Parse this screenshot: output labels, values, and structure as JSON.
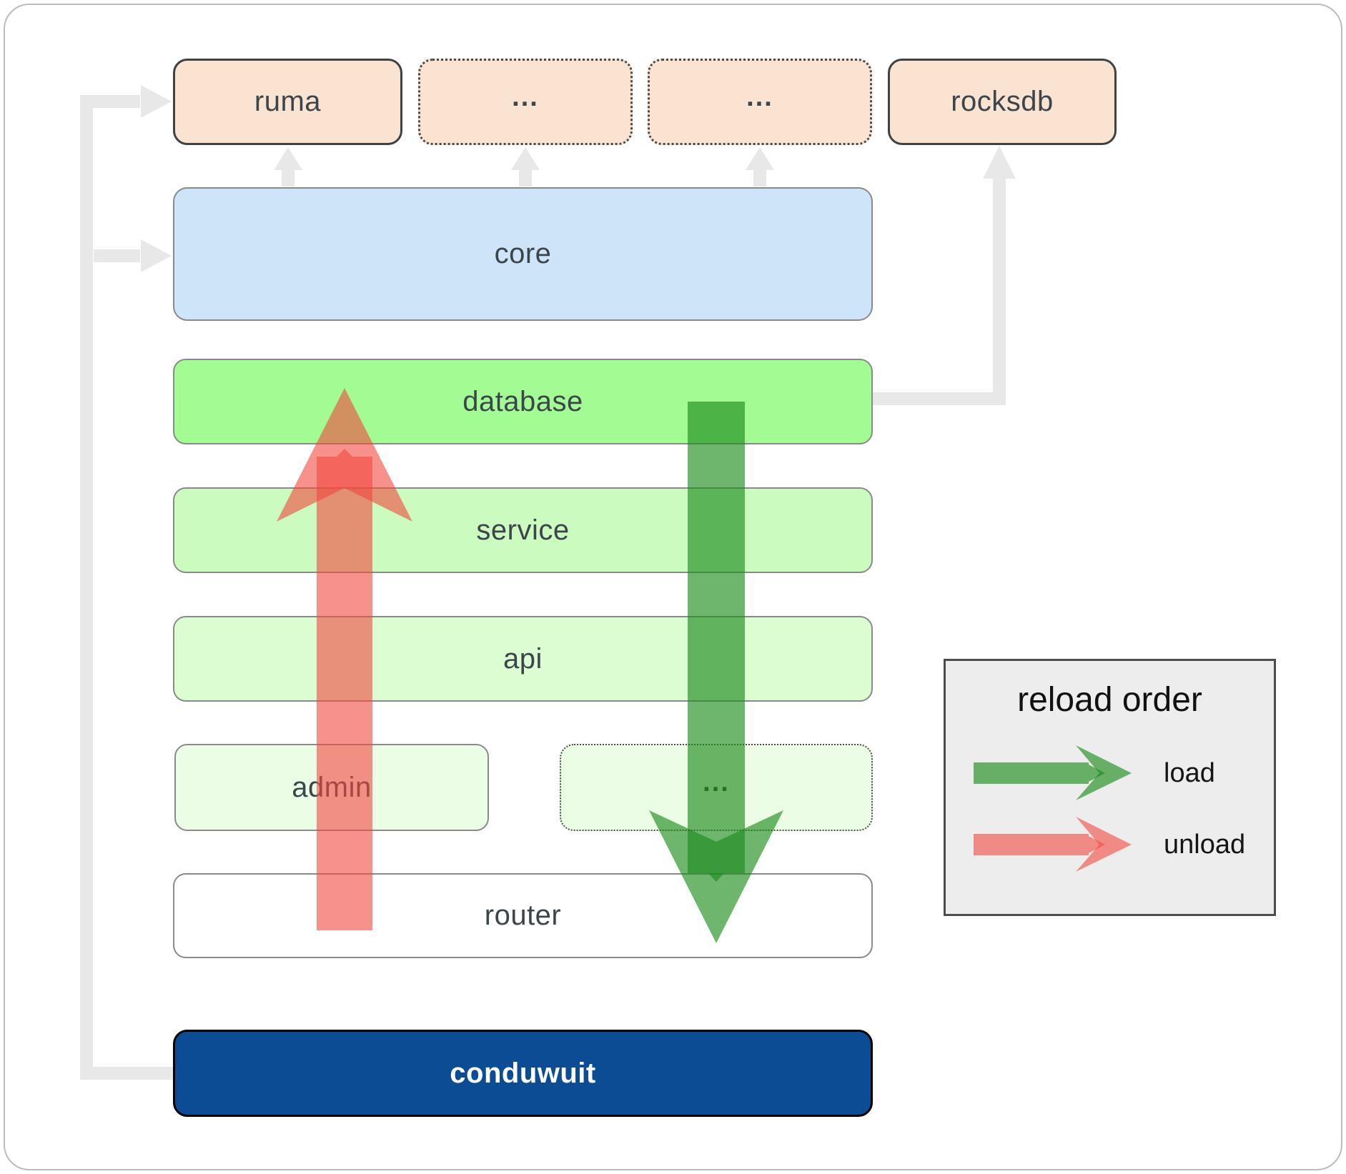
{
  "diagram": {
    "top_row": {
      "ruma": "ruma",
      "ellipsis_left": "...",
      "ellipsis_right": "...",
      "rocksdb": "rocksdb"
    },
    "layers": {
      "core": "core",
      "database": "database",
      "service": "service",
      "api": "api",
      "admin": "admin",
      "ellipsis": "...",
      "router": "router",
      "conduwuit": "conduwuit"
    }
  },
  "legend": {
    "title": "reload order",
    "items": [
      {
        "label": "load"
      },
      {
        "label": "unload"
      }
    ]
  },
  "colors": {
    "peach": "#FBE3D1",
    "core_blue": "#CEE4F8",
    "database_green": "#A3FC93",
    "service_green": "#CBFBBE",
    "api_green": "#DCFCD1",
    "admin_green": "#ECFDE5",
    "router_white": "#FFFFFF",
    "conduwuit_blue": "#0B4C94",
    "load_green": "#1A8A1A",
    "unload_red": "#F24840",
    "connector_gray": "#E8E8E8",
    "legend_bg": "#EDEDED",
    "label_dark": "#3D454C"
  }
}
